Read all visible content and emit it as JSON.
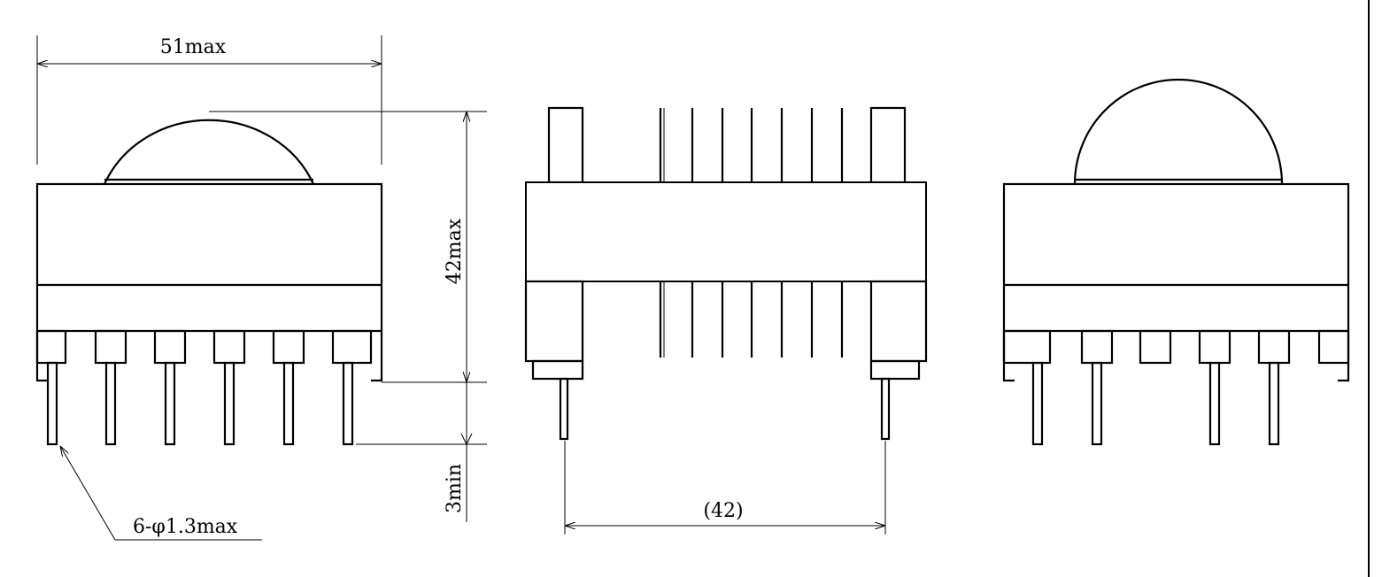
{
  "dimensions": {
    "width_label": "51max",
    "height_label": "42max",
    "pin_length_label": "3min",
    "pin_diameter_label": "6-φ1.3max",
    "pin_pitch_label": "(42)"
  }
}
